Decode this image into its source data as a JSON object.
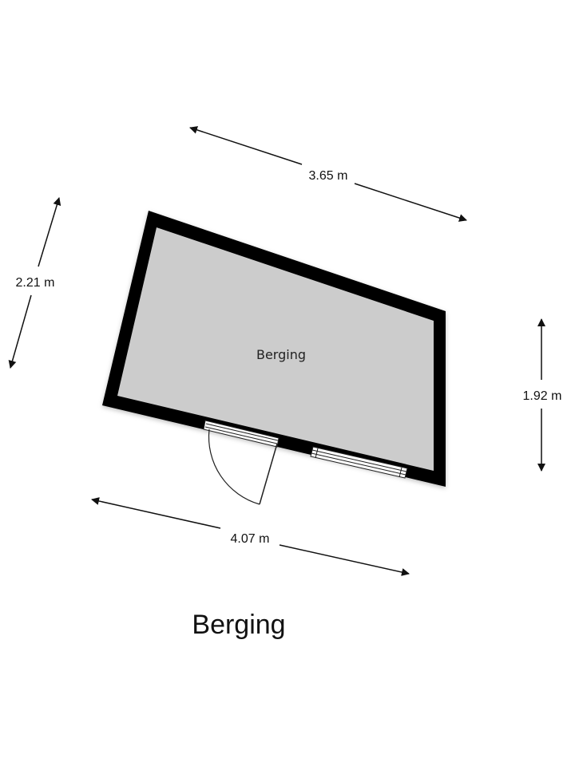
{
  "room": {
    "label": "Berging"
  },
  "plan_title": "Berging",
  "dimensions": {
    "top": "3.65 m",
    "left": "2.21 m",
    "right": "1.92 m",
    "bottom": "4.07 m"
  }
}
